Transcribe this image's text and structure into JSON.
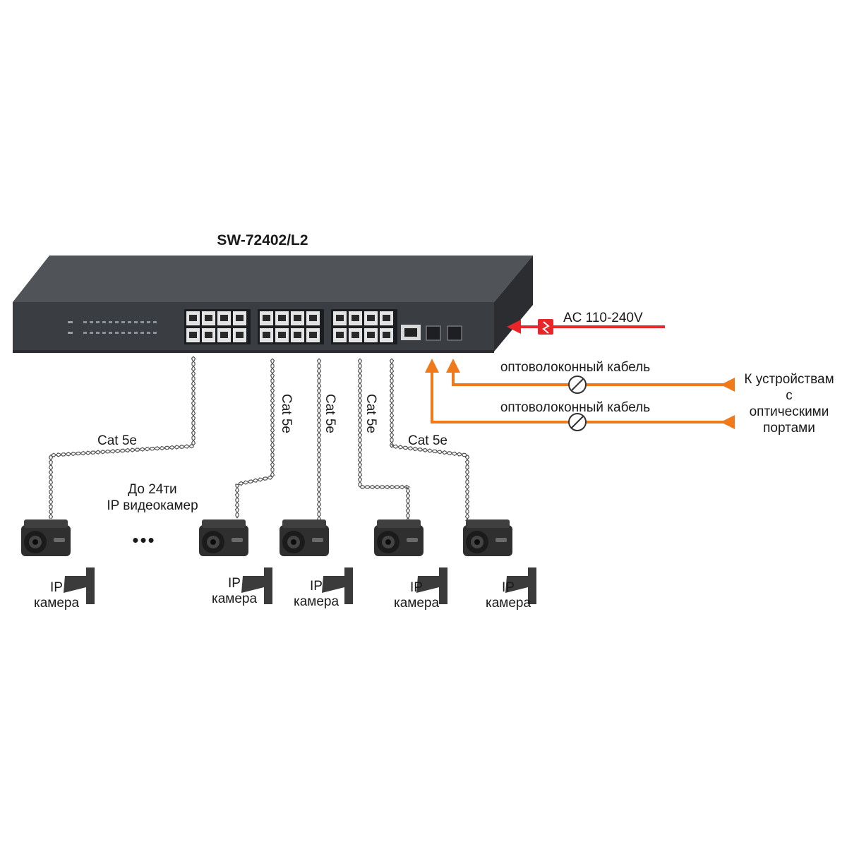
{
  "switch": {
    "model": "SW-72402/L2"
  },
  "power": {
    "label": "AC 110-240V"
  },
  "fiber": {
    "cable_label": "оптоволоконный кабель",
    "destination_line1": "К устройствам",
    "destination_line2": "с",
    "destination_line3": "оптическими",
    "destination_line4": "портами"
  },
  "cabling": {
    "cat5e_label": "Cat 5e"
  },
  "cameras": {
    "group_line1": "До 24ти",
    "group_line2": "IP видеокамер",
    "ellipsis": "•••",
    "camera_label_line1": "IP",
    "camera_label_line2": "камера"
  },
  "colors": {
    "fiber": "#f07a1a",
    "power": "#e8262a",
    "switch_body": "#3a3d42"
  }
}
